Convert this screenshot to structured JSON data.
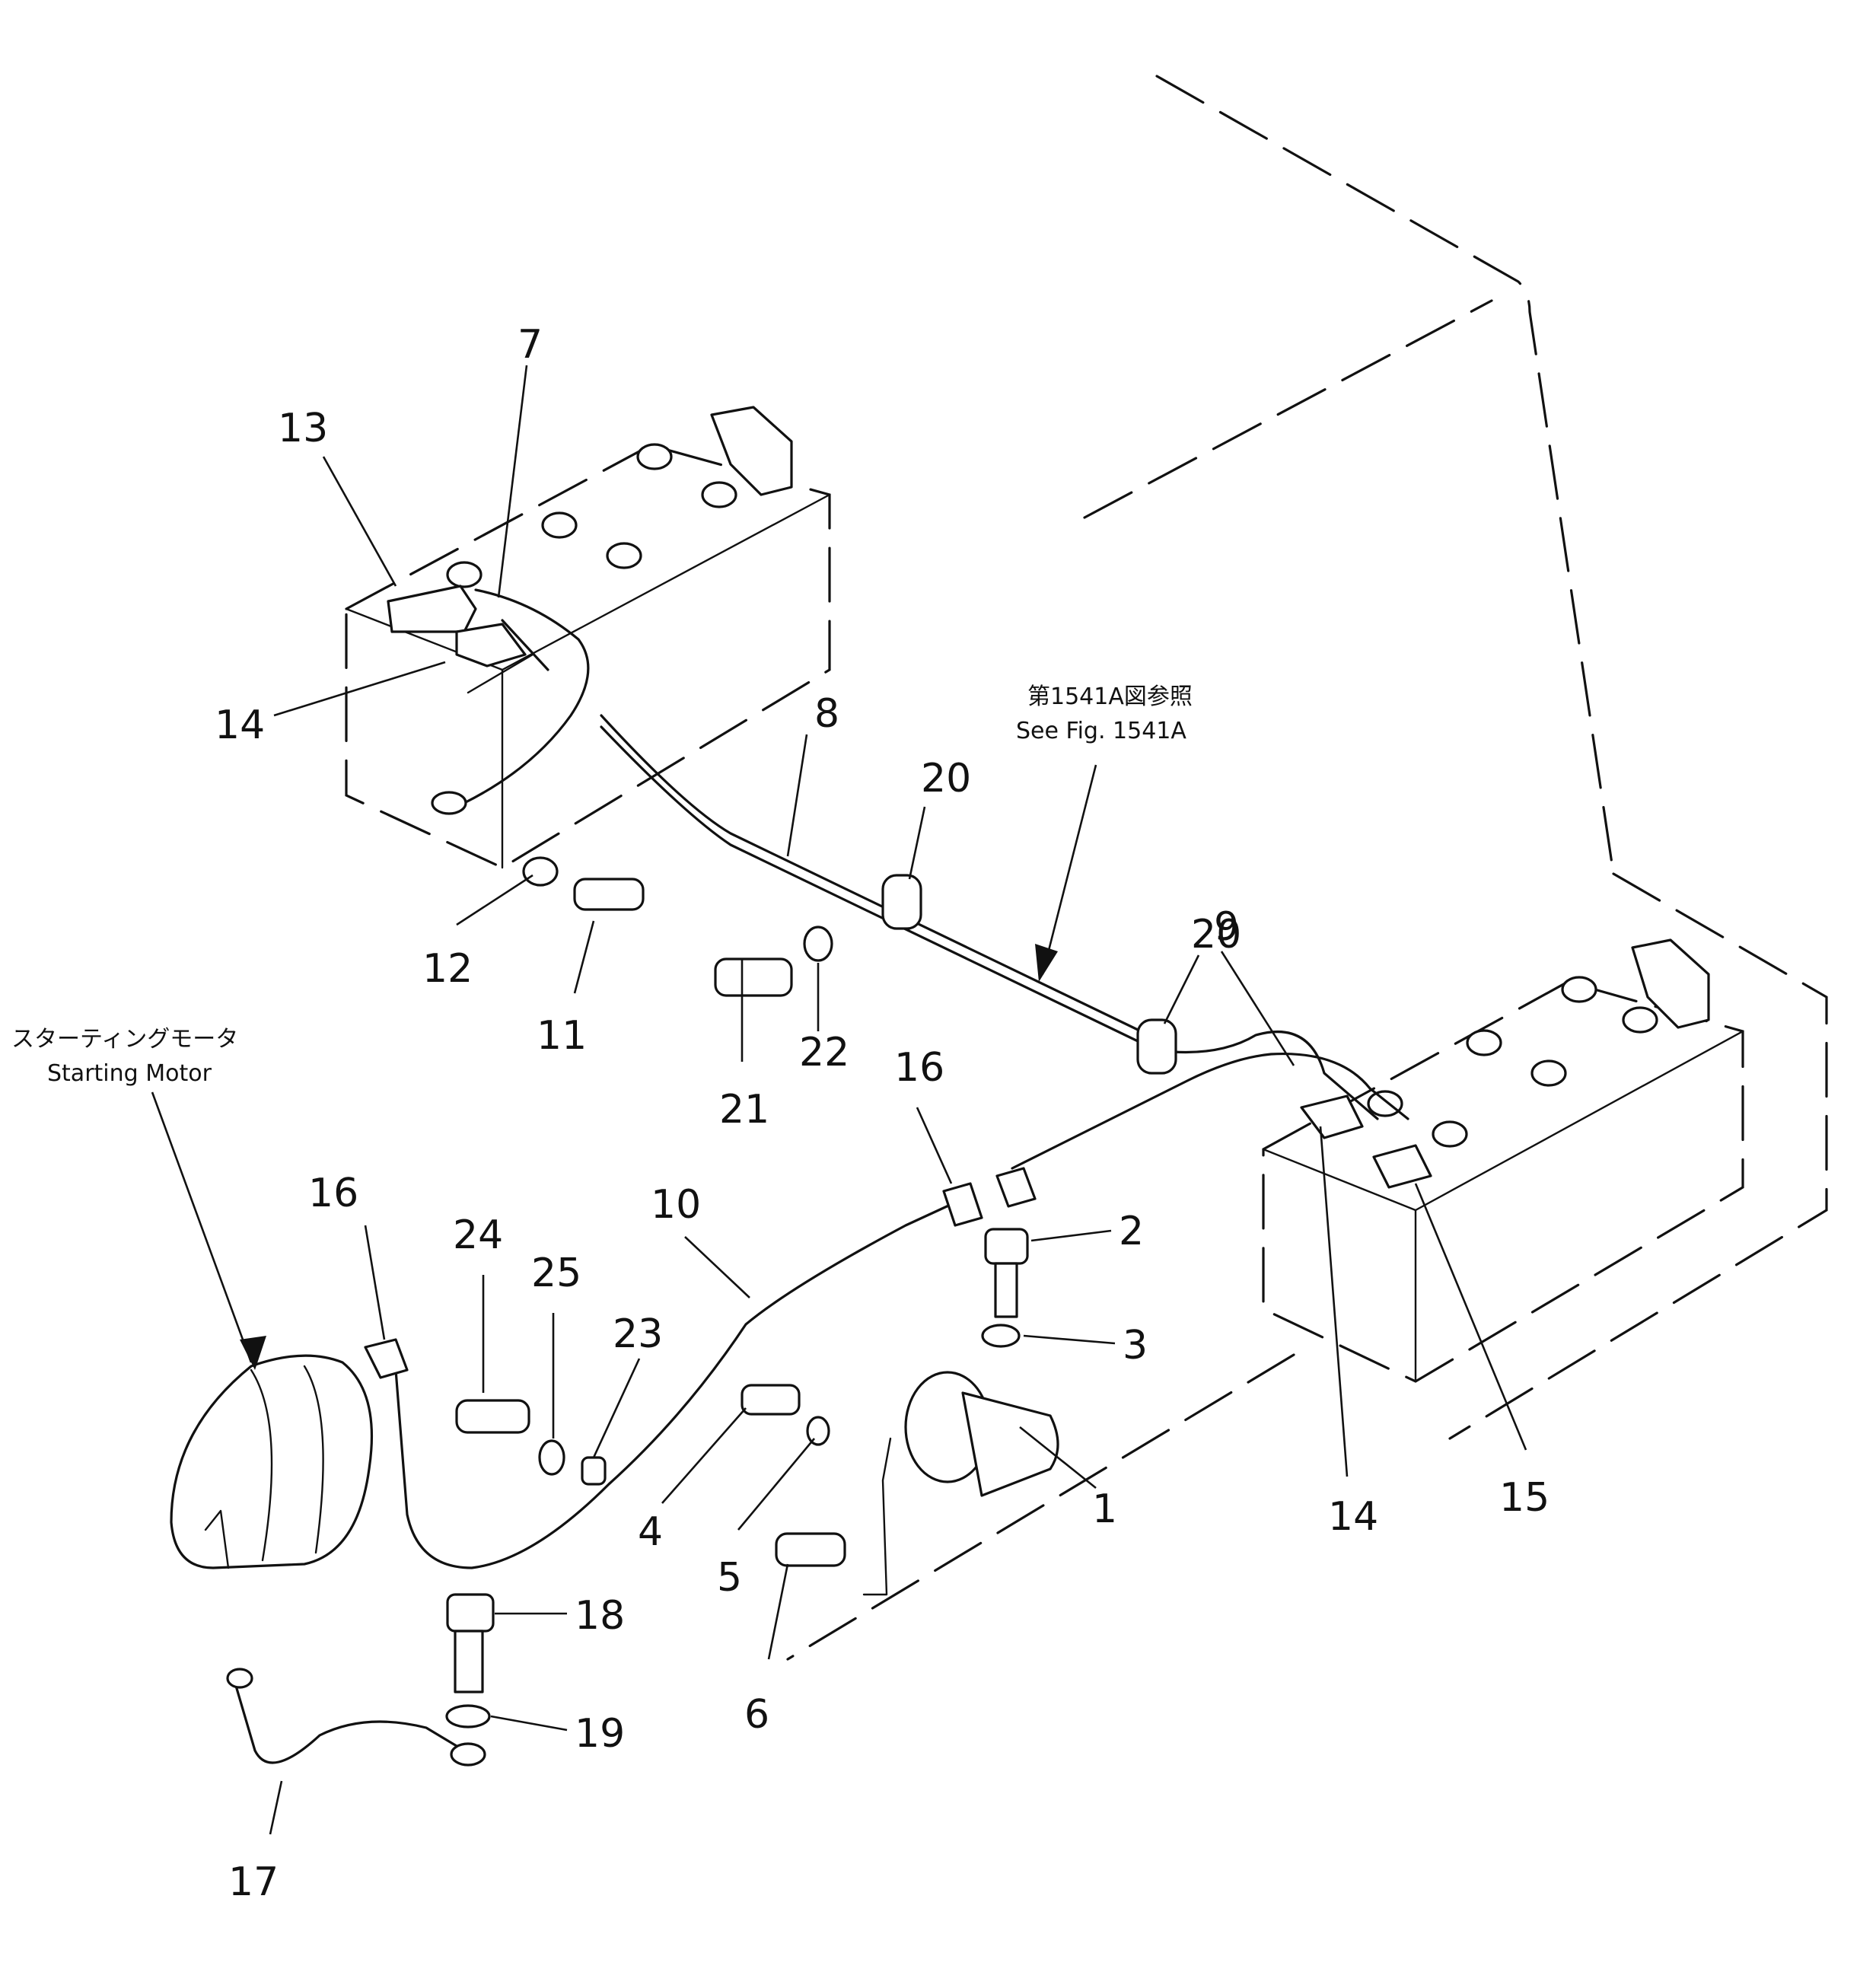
{
  "parts": [
    {
      "id": "callout-1",
      "label": "1"
    },
    {
      "id": "callout-2",
      "label": "2"
    },
    {
      "id": "callout-3",
      "label": "3"
    },
    {
      "id": "callout-4",
      "label": "4"
    },
    {
      "id": "callout-5",
      "label": "5"
    },
    {
      "id": "callout-6",
      "label": "6"
    },
    {
      "id": "callout-7",
      "label": "7"
    },
    {
      "id": "callout-8",
      "label": "8"
    },
    {
      "id": "callout-9",
      "label": "9"
    },
    {
      "id": "callout-10",
      "label": "10"
    },
    {
      "id": "callout-11",
      "label": "11"
    },
    {
      "id": "callout-12",
      "label": "12"
    },
    {
      "id": "callout-13",
      "label": "13"
    },
    {
      "id": "callout-14a",
      "label": "14"
    },
    {
      "id": "callout-14b",
      "label": "14"
    },
    {
      "id": "callout-15",
      "label": "15"
    },
    {
      "id": "callout-16a",
      "label": "16"
    },
    {
      "id": "callout-16b",
      "label": "16"
    },
    {
      "id": "callout-17",
      "label": "17"
    },
    {
      "id": "callout-18",
      "label": "18"
    },
    {
      "id": "callout-19",
      "label": "19"
    },
    {
      "id": "callout-20a",
      "label": "20"
    },
    {
      "id": "callout-20b",
      "label": "20"
    },
    {
      "id": "callout-21",
      "label": "21"
    },
    {
      "id": "callout-22",
      "label": "22"
    },
    {
      "id": "callout-23",
      "label": "23"
    },
    {
      "id": "callout-24",
      "label": "24"
    },
    {
      "id": "callout-25",
      "label": "25"
    }
  ],
  "notes": {
    "starting_motor_jp": "スターティングモータ",
    "starting_motor_en": "Starting Motor",
    "see_fig_jp": "第1541A図参照",
    "see_fig_en": "See Fig. 1541A"
  }
}
